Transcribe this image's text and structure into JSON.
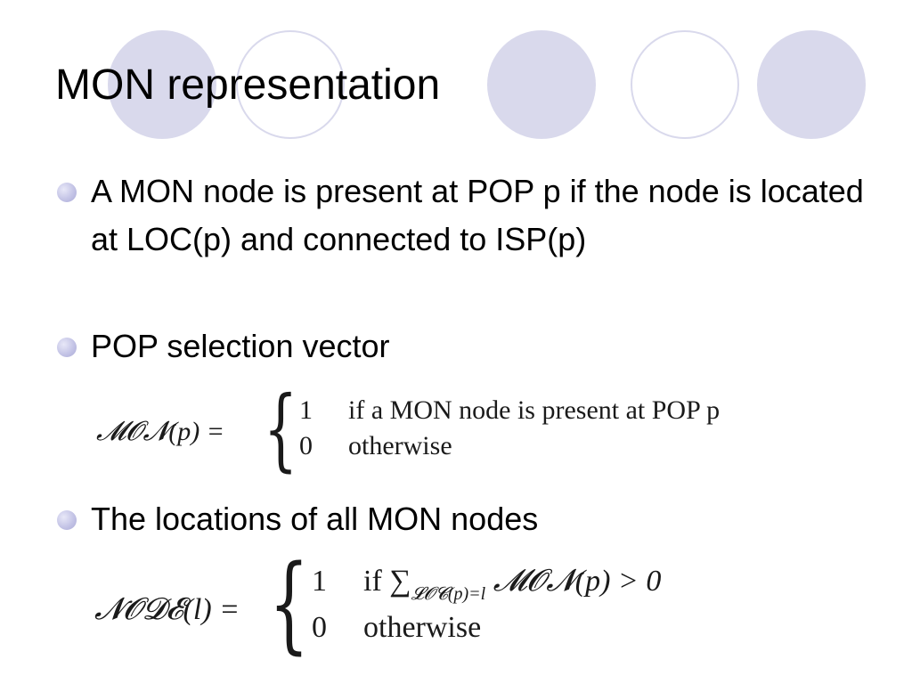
{
  "title": "MON representation",
  "bullets": [
    "A MON node is present at POP p if the node is located at LOC(p) and connected to ISP(p)",
    "POP selection vector",
    "The locations of all MON nodes"
  ],
  "equation1": {
    "lhs": "𝓜𝓞𝓝(p) =",
    "case1_value": "1",
    "case1_text": "if a MON node is present at POP p",
    "case2_value": "0",
    "case2_text": "otherwise"
  },
  "equation2": {
    "lhs": "𝓝𝓞𝓓𝓔(l) =",
    "case1_value": "1",
    "case1_prefix": "if ∑",
    "case1_subscript": "𝓛𝓞𝓒(p)=l",
    "case1_rest": " 𝓜𝓞𝓝(p) > 0",
    "case2_value": "0",
    "case2_text": "otherwise"
  },
  "colors": {
    "circle_fill": "#d9d9ec",
    "bullet_dot": "#c4c4e6",
    "text": "#000000"
  },
  "decorations": {
    "circles": [
      "filled",
      "outline",
      "filled",
      "outline",
      "filled"
    ],
    "bullet_icon": "bullet-dot-icon",
    "brace_glyph": "{"
  }
}
